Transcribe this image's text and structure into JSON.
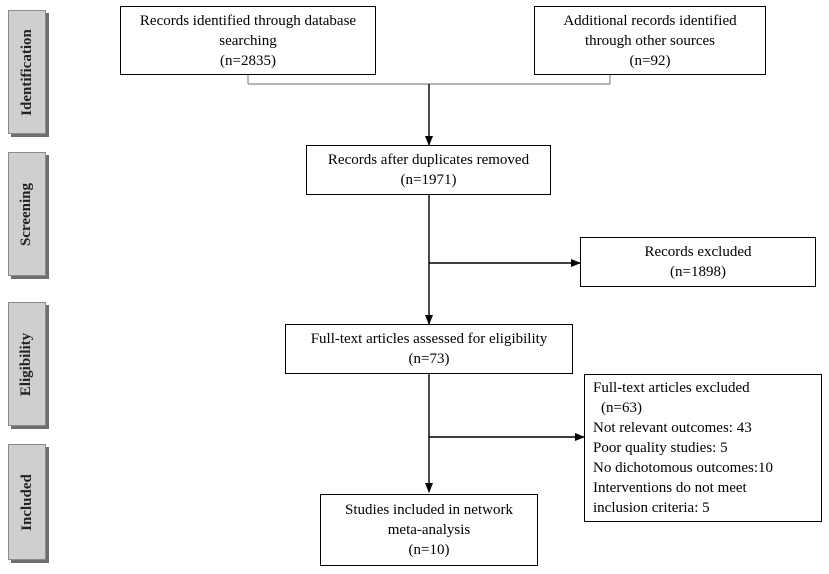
{
  "phases": {
    "identification": "Identification",
    "screening": "Screening",
    "eligibility": "Eligibility",
    "included": "Included"
  },
  "boxes": {
    "database": {
      "line1": "Records identified through database",
      "line2": "searching",
      "line3": "(n=2835)"
    },
    "other": {
      "line1": "Additional records identified",
      "line2": "through other sources",
      "line3": "(n=92)"
    },
    "duplicates": {
      "line1": "Records after duplicates removed",
      "line2": "(n=1971)"
    },
    "records_excluded": {
      "line1": "Records excluded",
      "line2": "(n=1898)"
    },
    "fulltext": {
      "line1": "Full-text articles assessed for eligibility",
      "line2": "(n=73)"
    },
    "fulltext_excluded": {
      "line1": "Full-text articles excluded",
      "line2": "(n=63)",
      "line3": "Not relevant outcomes: 43",
      "line4": "Poor quality studies: 5",
      "line5": "No dichotomous outcomes:10",
      "line6": "Interventions do not meet",
      "line7": "inclusion criteria: 5"
    },
    "included": {
      "line1": "Studies included in network",
      "line2": "meta-analysis",
      "line3": "(n=10)"
    }
  },
  "colors": {
    "phase_fill": "#cfcfcf",
    "phase_shadow": "#6e6e6e",
    "line": "#000000"
  }
}
